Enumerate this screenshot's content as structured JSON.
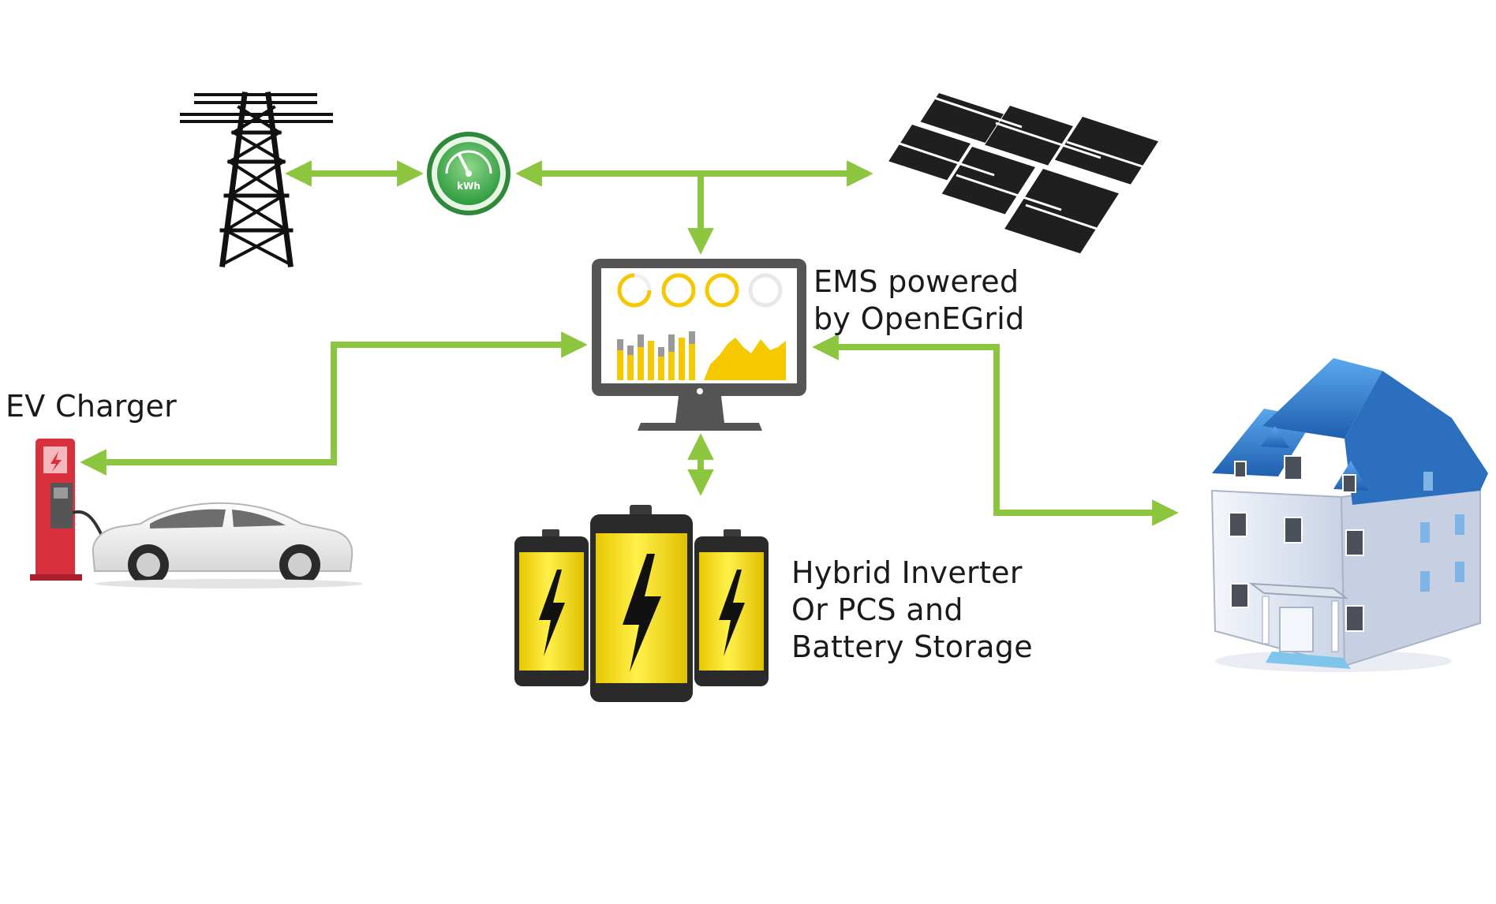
{
  "labels": {
    "ems": [
      "EMS powered",
      "by OpenEGrid"
    ],
    "ev_charger": "EV Charger",
    "battery": [
      "Hybrid Inverter",
      "Or PCS and",
      "Battery Storage"
    ],
    "meter_unit": "kWh"
  },
  "colors": {
    "connector": "#8cc63f",
    "tower": "#111111",
    "meter_green": "#3fa64a",
    "monitor_frame": "#555555",
    "chart_yellow": "#f5c800",
    "chart_gray": "#999999",
    "battery_yellow": "#f7dd00",
    "charger_red": "#d9303e",
    "roof_blue": "#2f7fd0",
    "solar_panel": "#1f1f1f"
  },
  "icons": [
    "transmission-tower-icon",
    "kwh-meter-icon",
    "solar-panels-icon",
    "ems-monitor-icon",
    "ev-charger-icon",
    "electric-car-icon",
    "battery-pack-icon",
    "house-icon"
  ]
}
